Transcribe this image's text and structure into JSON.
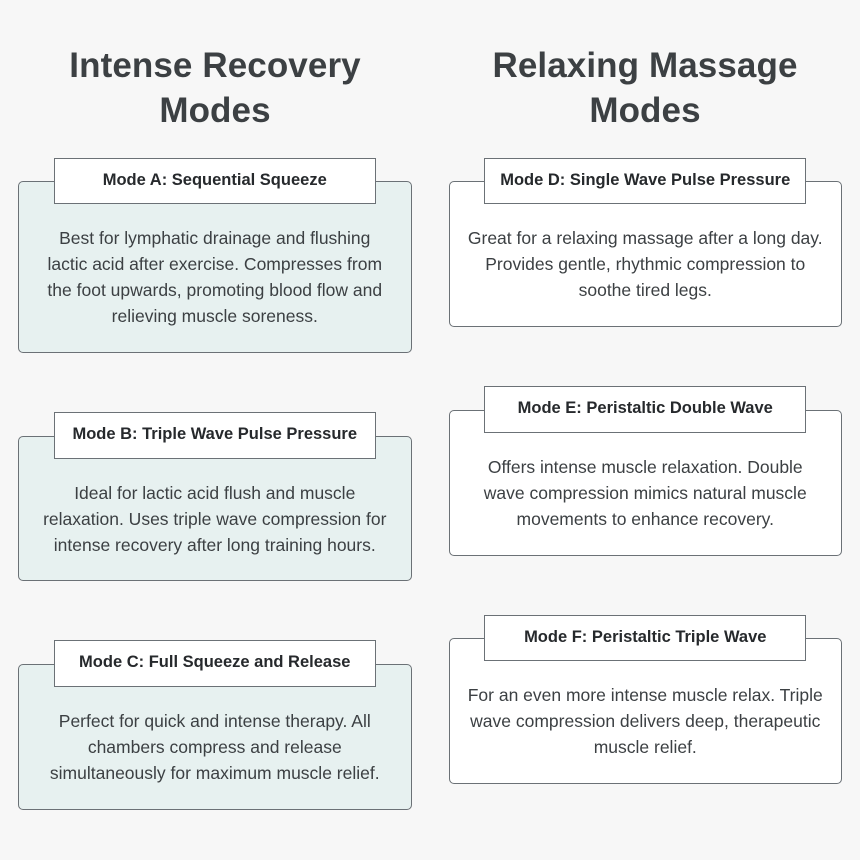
{
  "page": {
    "background_color": "#f7f7f7",
    "text_color": "#3c4043",
    "border_color": "#6b7176"
  },
  "columns": [
    {
      "id": "intense-recovery",
      "heading": "Intense Recovery Modes",
      "card_fill_color": "#e7f1f0",
      "cards": [
        {
          "title": "Mode A: Sequential Squeeze",
          "description": "Best for lymphatic drainage and flushing lactic acid after exercise. Compresses from the foot upwards, promoting blood flow and relieving muscle soreness."
        },
        {
          "title": "Mode B: Triple Wave Pulse Pressure",
          "description": "Ideal for lactic acid flush and muscle relaxation. Uses triple wave compression for intense recovery after long training hours."
        },
        {
          "title": "Mode C: Full Squeeze and Release",
          "description": "Perfect for quick and intense therapy. All chambers compress and release simultaneously for maximum muscle relief."
        }
      ]
    },
    {
      "id": "relaxing-massage",
      "heading": "Relaxing Massage Modes",
      "card_fill_color": "#ffffff",
      "cards": [
        {
          "title": "Mode D: Single Wave Pulse Pressure",
          "description": "Great for a relaxing massage after a long day. Provides gentle, rhythmic compression to soothe tired legs."
        },
        {
          "title": "Mode E: Peristaltic Double Wave",
          "description": "Offers intense muscle relaxation. Double wave compression mimics natural muscle movements to enhance recovery."
        },
        {
          "title": "Mode F: Peristaltic Triple Wave",
          "description": "For an even more intense muscle relax. Triple wave compression delivers deep, therapeutic muscle relief."
        }
      ]
    }
  ]
}
